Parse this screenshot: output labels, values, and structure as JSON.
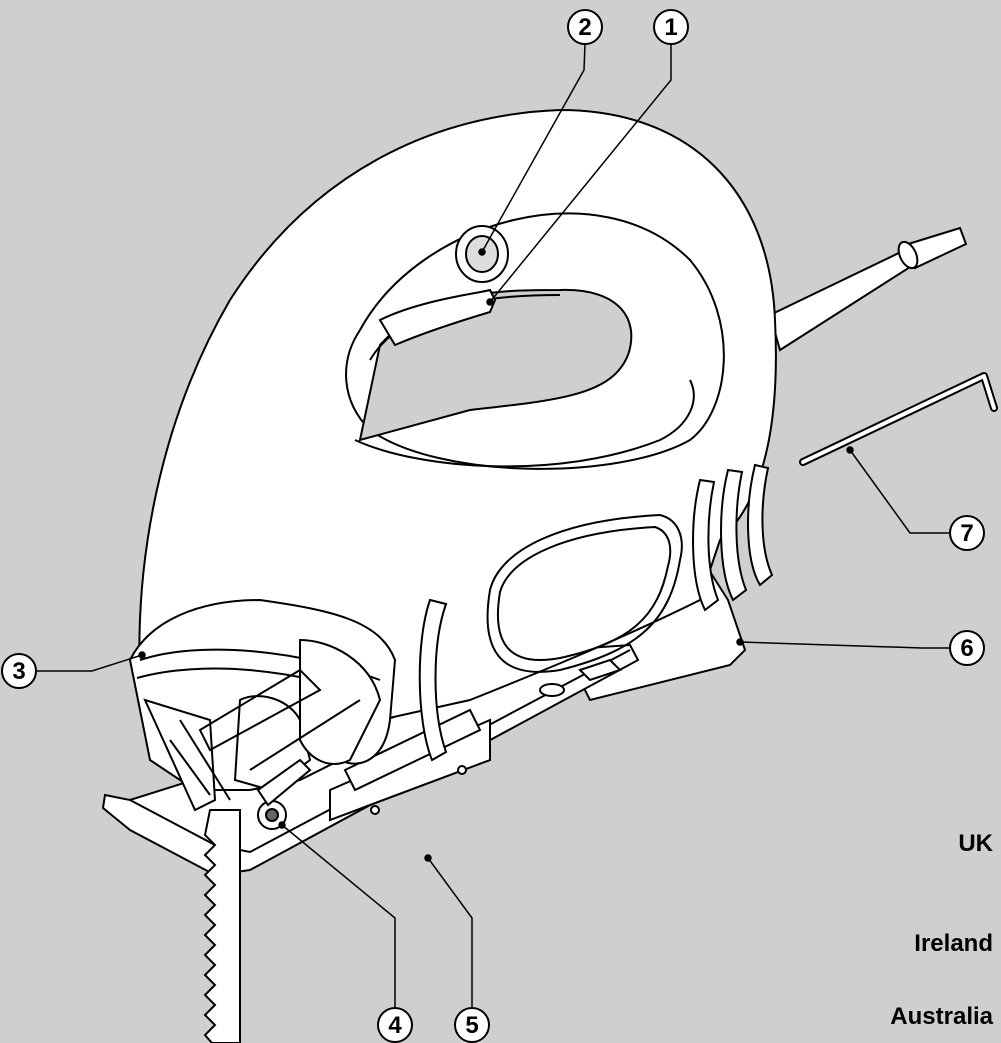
{
  "colors": {
    "background": "#cfcfcf",
    "tool_body": "#ffffff",
    "outline": "#000000"
  },
  "callouts": [
    {
      "number": "1",
      "target": "trigger-switch"
    },
    {
      "number": "2",
      "target": "lock-on-button"
    },
    {
      "number": "3",
      "target": "blade-guard"
    },
    {
      "number": "4",
      "target": "blade-clamp-screw"
    },
    {
      "number": "5",
      "target": "shoe-plate"
    },
    {
      "number": "6",
      "target": "dust-extraction-outlet"
    },
    {
      "number": "7",
      "target": "hex-key"
    }
  ],
  "regions": [
    "UK",
    "Ireland",
    "Australia"
  ]
}
